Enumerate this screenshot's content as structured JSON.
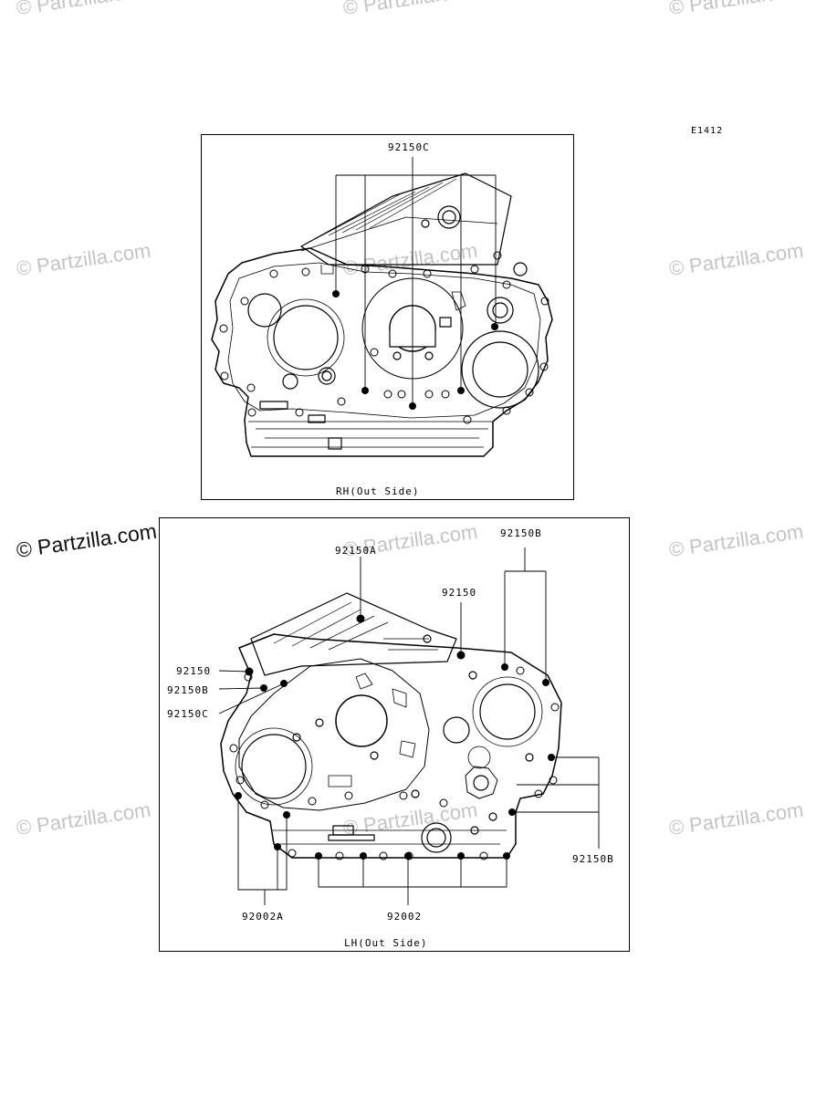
{
  "figure_code": "E1412",
  "watermark": "© Partzilla.com",
  "rh_panel": {
    "caption": "RH(Out Side)",
    "labels": {
      "top": "92150C"
    }
  },
  "lh_panel": {
    "caption": "LH(Out Side)",
    "labels": {
      "a": "92150A",
      "b_top": "92150B",
      "plain_top": "92150",
      "left_1": "92150",
      "left_2": "92150B",
      "left_3": "92150C",
      "right": "92150B",
      "bottom_left": "92002A",
      "bottom_mid": "92002"
    }
  }
}
